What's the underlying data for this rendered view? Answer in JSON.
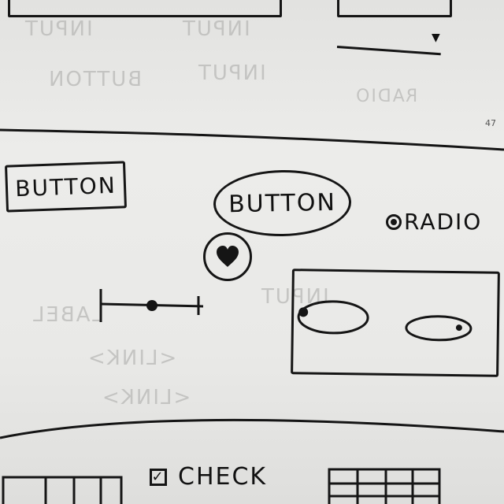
{
  "mockup": {
    "page_number": "47",
    "button_rect_label": "BUTTON",
    "button_oval_label": "BUTTON",
    "radio_label": "RADIO",
    "checkbox_label": "CHECK",
    "checkbox_checked": true,
    "radio_selected": true,
    "slider_value": 0.5,
    "like_icon": "heart-icon",
    "colors": {
      "ink": "#151515",
      "paper": "#e7e7e5"
    }
  }
}
